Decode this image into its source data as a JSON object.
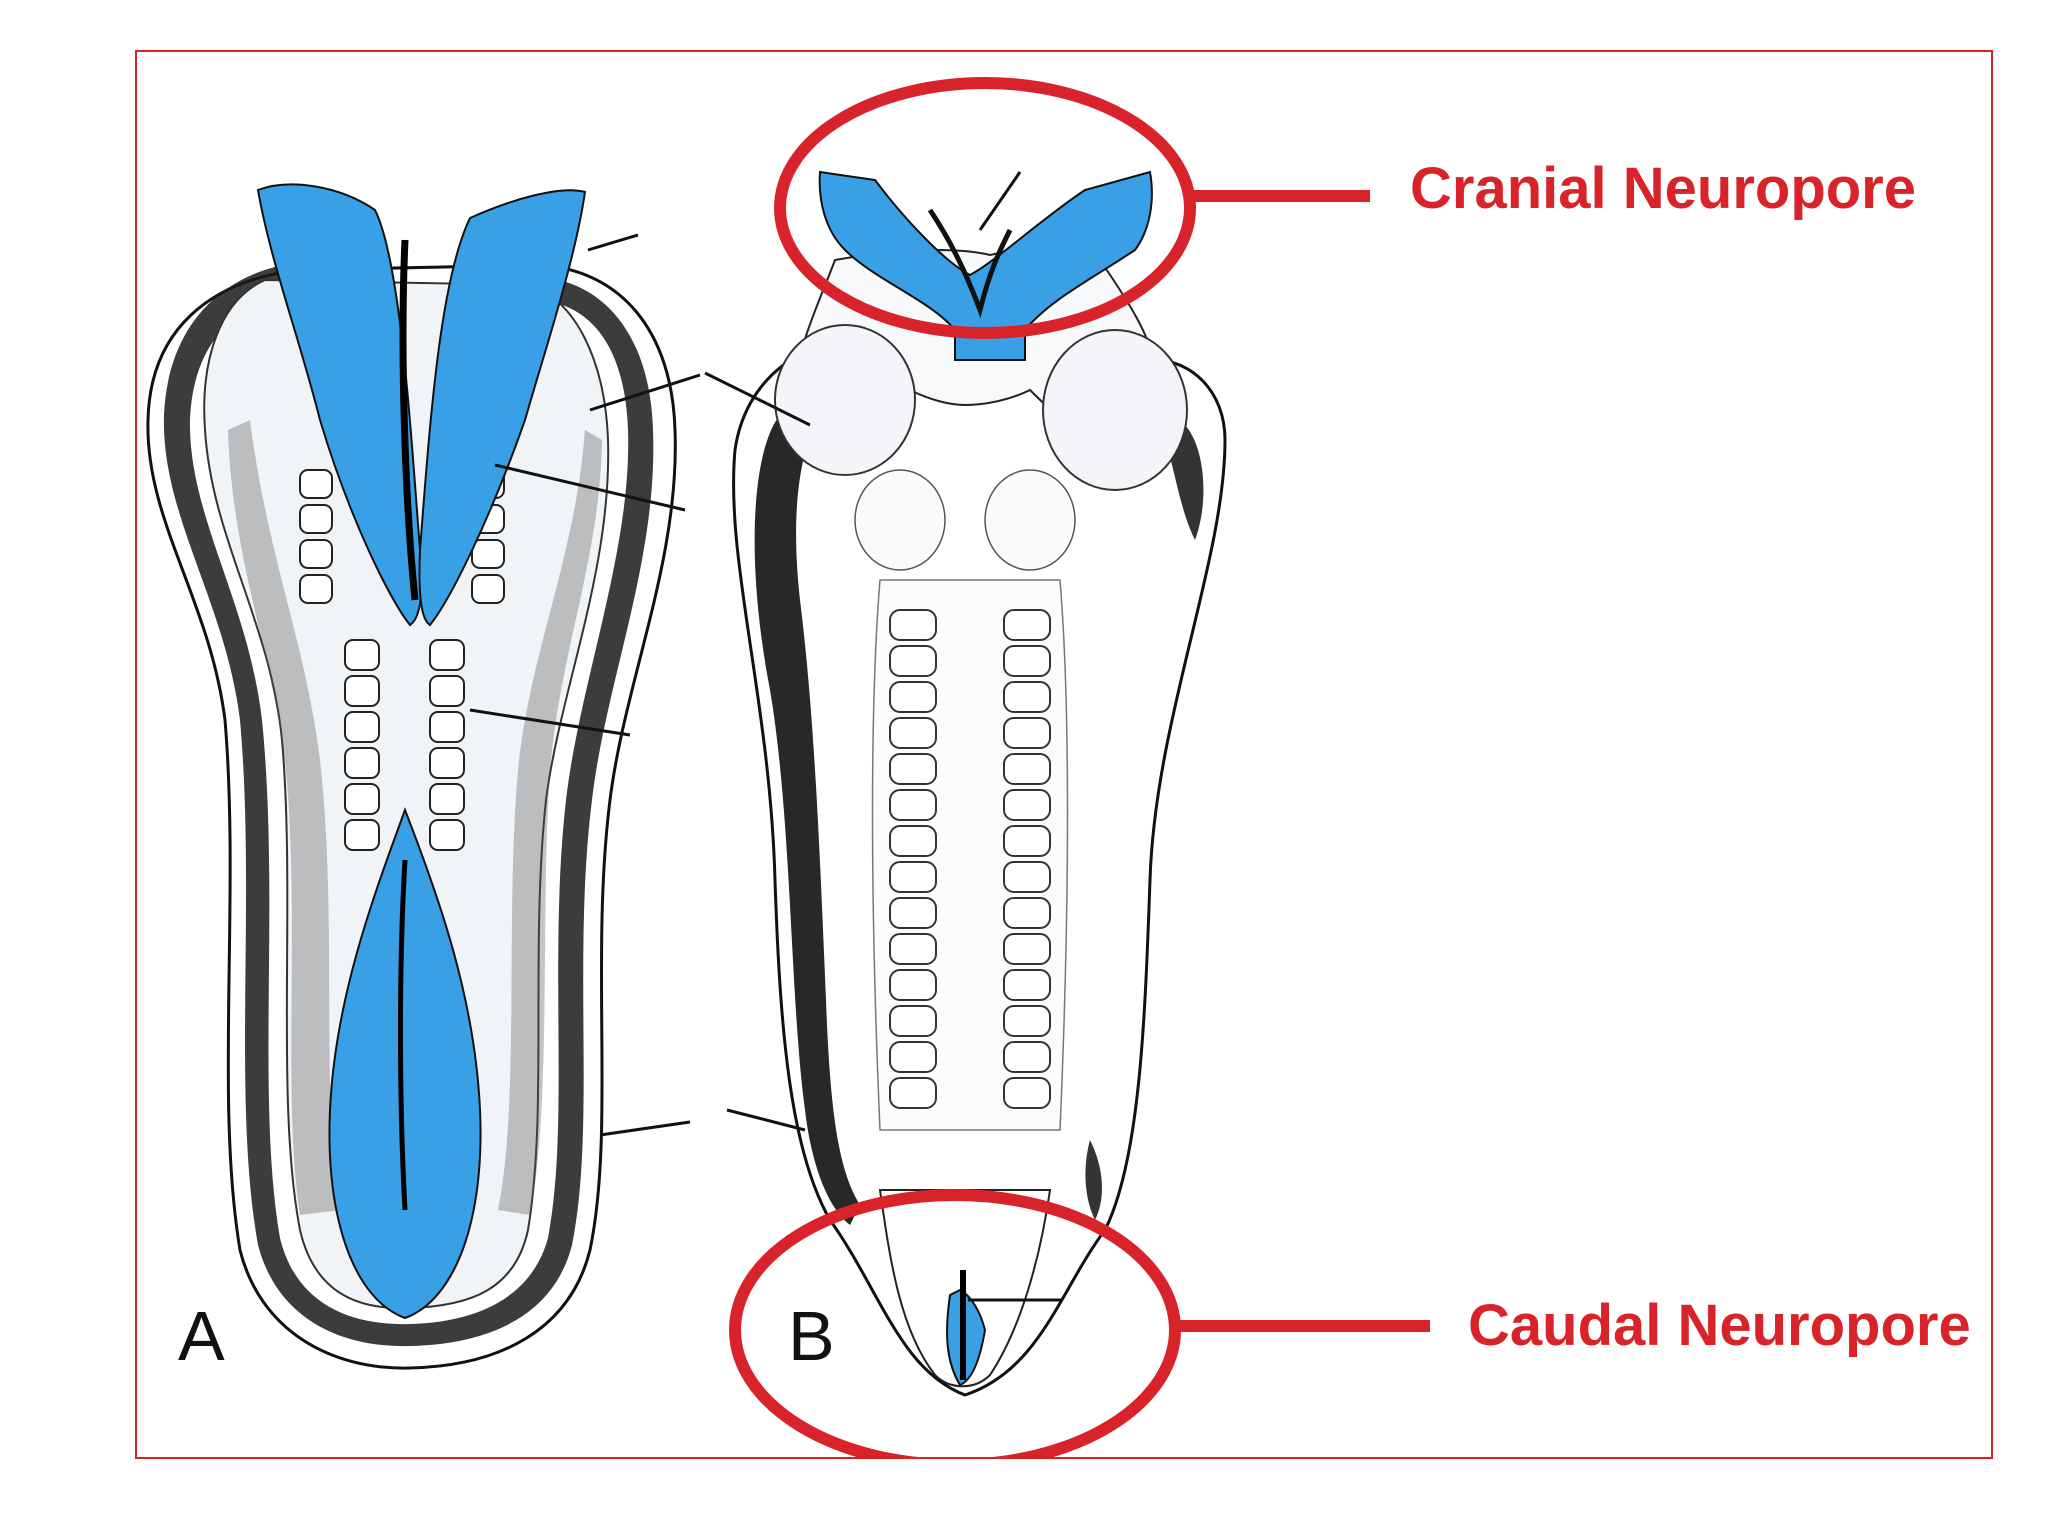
{
  "panels": {
    "a_label": "A",
    "b_label": "B"
  },
  "callouts": {
    "cranial": "Cranial Neuropore",
    "caudal": "Caudal Neuropore"
  },
  "colors": {
    "neural_fold": "#3aa0e6",
    "callout": "#d8232a",
    "frame": "#e02020",
    "outline": "#111111"
  }
}
